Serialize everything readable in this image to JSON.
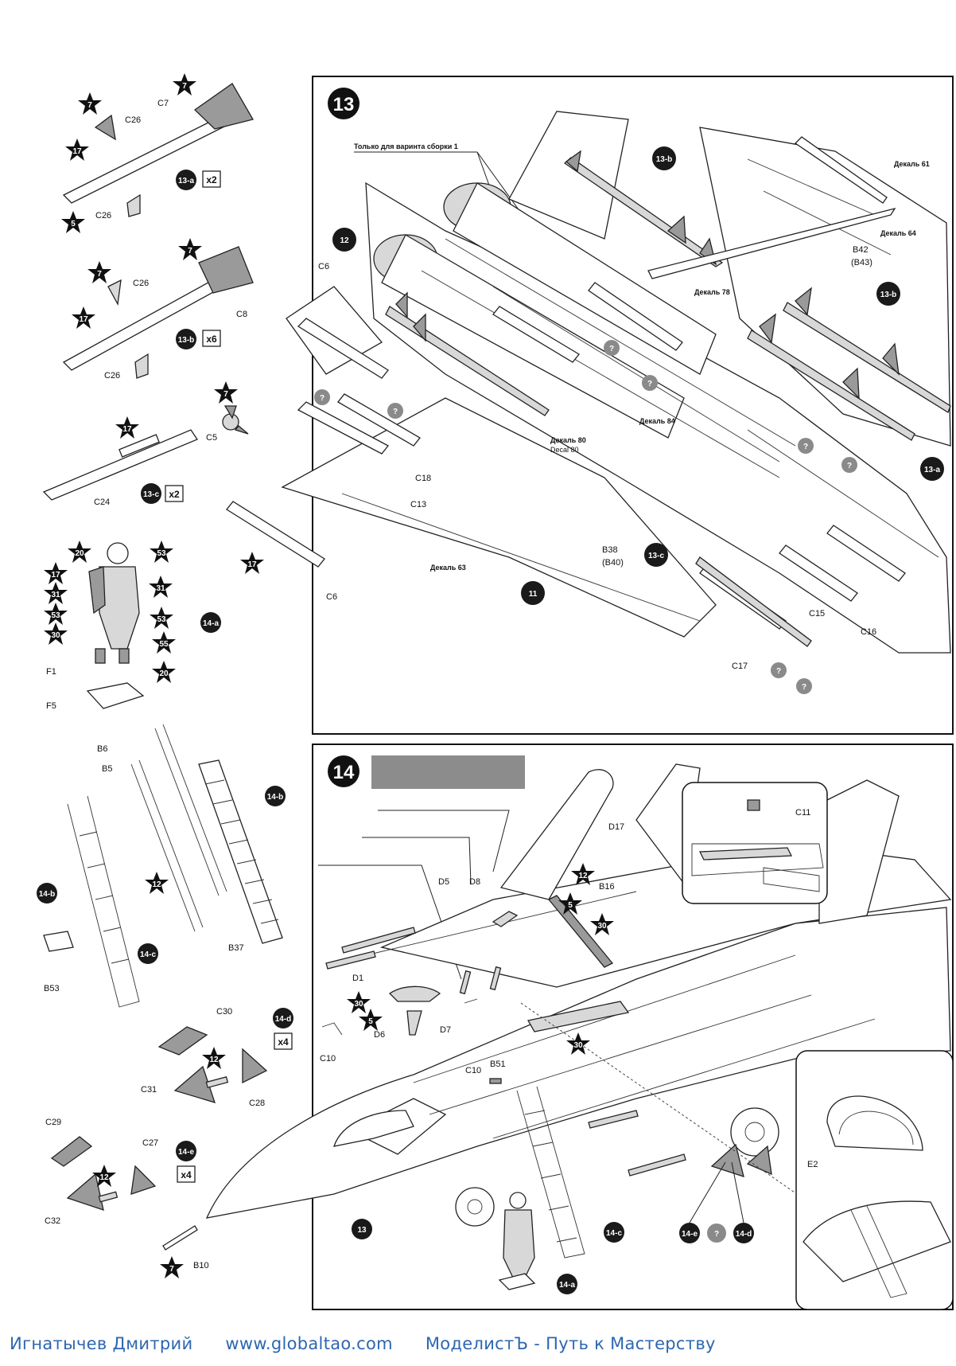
{
  "steps": [
    {
      "number": "13"
    },
    {
      "number": "14"
    }
  ],
  "notes": {
    "assembly_variant_1": "Только для варинта сборки 1"
  },
  "badges": {
    "b13a": "13-a",
    "b13b": "13-b",
    "b13c": "13-c",
    "b14a": "14-a",
    "b14b": "14-b",
    "b14c": "14-c",
    "b14d": "14-d",
    "b14e": "14-e",
    "b11": "11",
    "b12": "12",
    "b13": "13",
    "question": "?"
  },
  "quantities": {
    "q13a": "x2",
    "q13b": "x6",
    "q13c": "x2",
    "q14d": "x4",
    "q14e": "x4"
  },
  "paint_codes": {
    "p5": "5",
    "p7": "7",
    "p12": "12",
    "p17": "17",
    "p20": "20",
    "p30": "30",
    "p31": "31",
    "p53": "53",
    "p55": "55"
  },
  "parts": {
    "C5": "C5",
    "C6": "C6",
    "C7": "C7",
    "C8": "C8",
    "C10": "C10",
    "C11": "C11",
    "C13": "C13",
    "C15": "C15",
    "C16": "C16",
    "C17": "C17",
    "C18": "C18",
    "C24": "C24",
    "C26": "C26",
    "C27": "C27",
    "C28": "C28",
    "C29": "C29",
    "C30": "C30",
    "C31": "C31",
    "C32": "C32",
    "B5": "B5",
    "B6": "B6",
    "B10": "B10",
    "B16": "B16",
    "B37": "B37",
    "B42": "B42",
    "B43": "(B43)",
    "B38": "B38",
    "B40": "(B40)",
    "B51": "B51",
    "B53": "B53",
    "D1": "D1",
    "D5": "D5",
    "D6": "D6",
    "D7": "D7",
    "D8": "D8",
    "D17": "D17",
    "E2": "E2",
    "F1": "F1",
    "F5": "F5"
  },
  "decals": {
    "d61": "Декаль 61",
    "d63": "Декаль 63",
    "d64": "Декаль 64",
    "d78": "Декаль 78",
    "d80": "Декаль 80",
    "d80en": "Decal 80",
    "d84": "Декаль 84"
  },
  "footer": {
    "author": "Игнатычев Дмитрий",
    "site": "www.globaltao.com",
    "slogan": "МоделистЪ - Путь к Мастерству"
  },
  "colors": {
    "ink": "#111111",
    "gray_bar": "#8c8c8c",
    "footer_text": "#2d67b0",
    "badge": "#1a1a1a",
    "question_badge": "#8a8a8a"
  }
}
